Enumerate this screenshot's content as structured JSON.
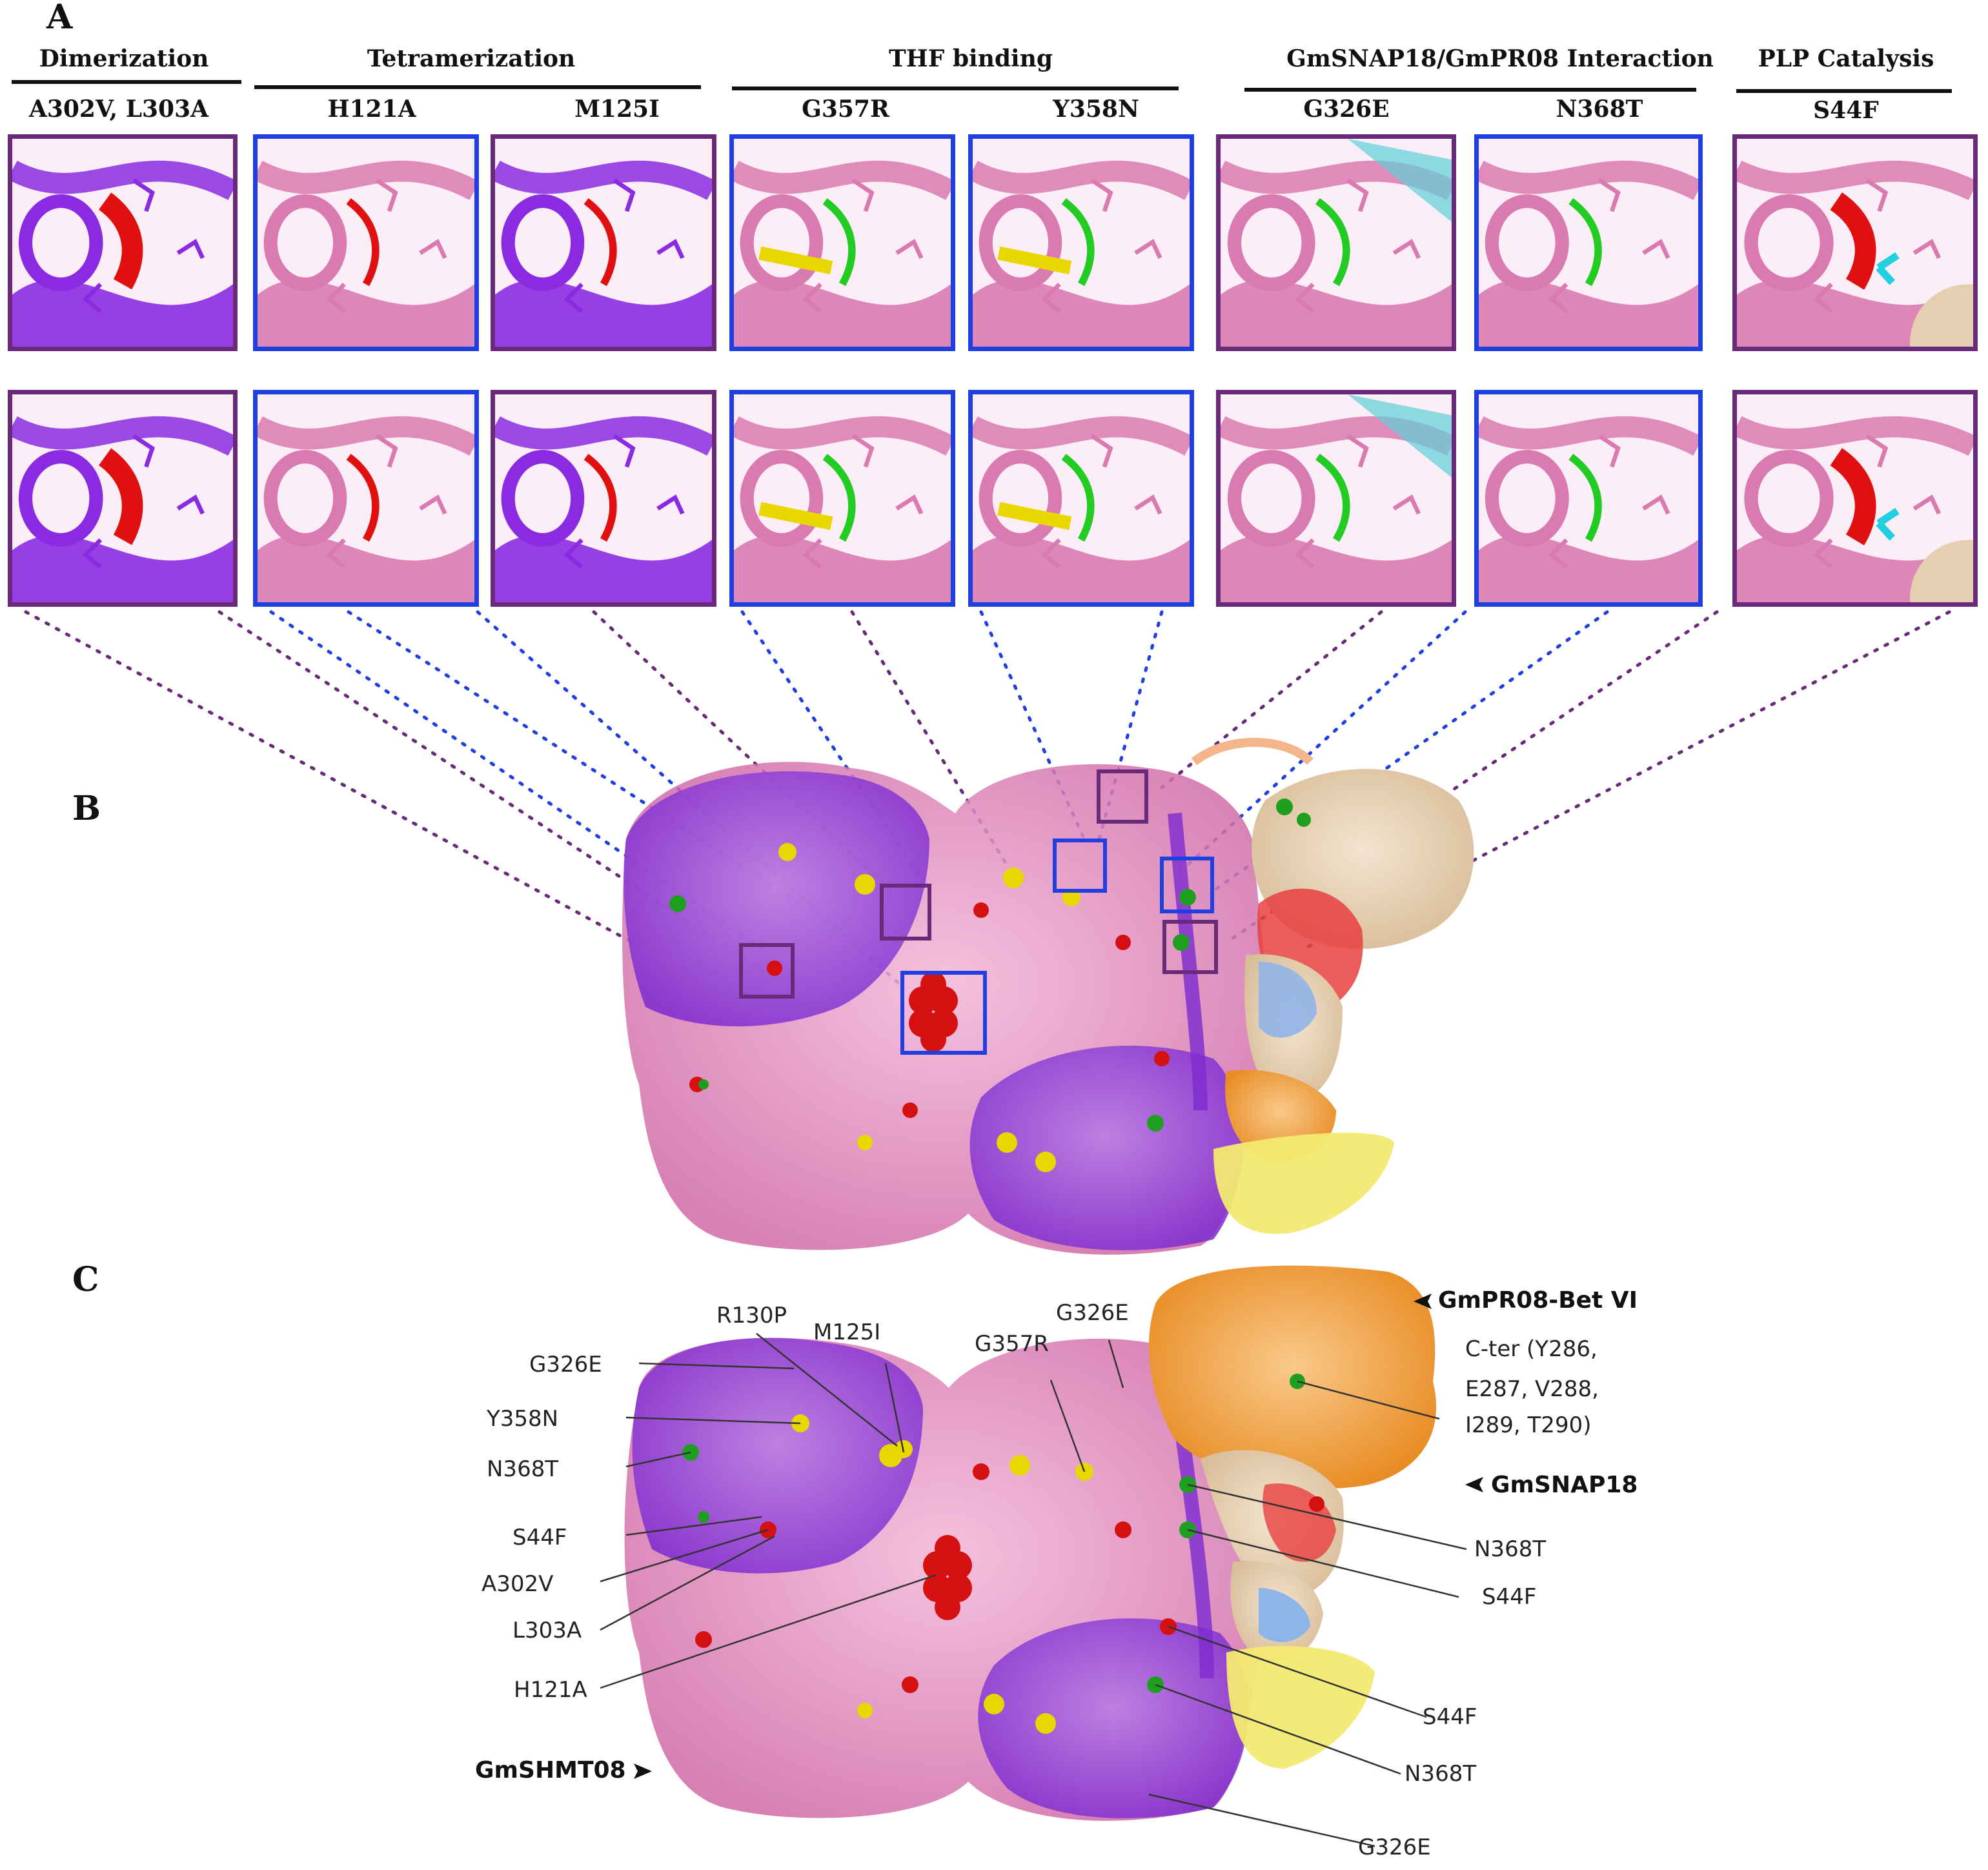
{
  "panel_a": {
    "letter": "A",
    "groups": [
      {
        "title": "Dimerization",
        "mutants": [
          "A302V, L303A"
        ]
      },
      {
        "title": "Tetramerization",
        "mutants": [
          "H121A",
          "M125I"
        ]
      },
      {
        "title": "THF binding",
        "mutants": [
          "G357R",
          "Y358N"
        ]
      },
      {
        "title": "GmSNAP18/GmPR08 Interaction",
        "mutants": [
          "G326E",
          "N368T"
        ]
      },
      {
        "title": "PLP Catalysis",
        "mutants": [
          "S44F"
        ]
      }
    ]
  },
  "panel_b": {
    "letter": "B"
  },
  "panel_c": {
    "letter": "C",
    "labels": {
      "r130p": "R130P",
      "m125i": "M125I",
      "g326e_top": "G326E",
      "g357r": "G357R",
      "g326e_left": "G326E",
      "y358n": "Y358N",
      "n368t_left": "N368T",
      "s44f_left": "S44F",
      "a302v": "A302V",
      "l303a": "L303A",
      "h121a": "H121A",
      "cter": "C-ter (Y286,",
      "cter2": "E287, V288,",
      "cter3": "I289, T290)",
      "n368t_r1": "N368T",
      "s44f_r1": "S44F",
      "s44f_r2": "S44F",
      "n368t_r2": "N368T",
      "g326e_bottom": "G326E"
    },
    "proteins": {
      "gmpr08": "GmPR08-Bet VI",
      "gmsnap18": "GmSNAP18",
      "gmshmt08": "GmSHMT08"
    }
  },
  "colors": {
    "purple_box": "#6a2a7a",
    "blue_box": "#1f3fe0",
    "chain_purple": "#8a2be2",
    "chain_pink": "#d97ab0",
    "mutant_red": "#e01010",
    "highlight_green": "#22cc22",
    "highlight_yellow": "#e8d800",
    "snap_tan": "#e6cfb0",
    "pr08_orange": "#f0a040",
    "ligand_cyan": "#20d0e0"
  }
}
